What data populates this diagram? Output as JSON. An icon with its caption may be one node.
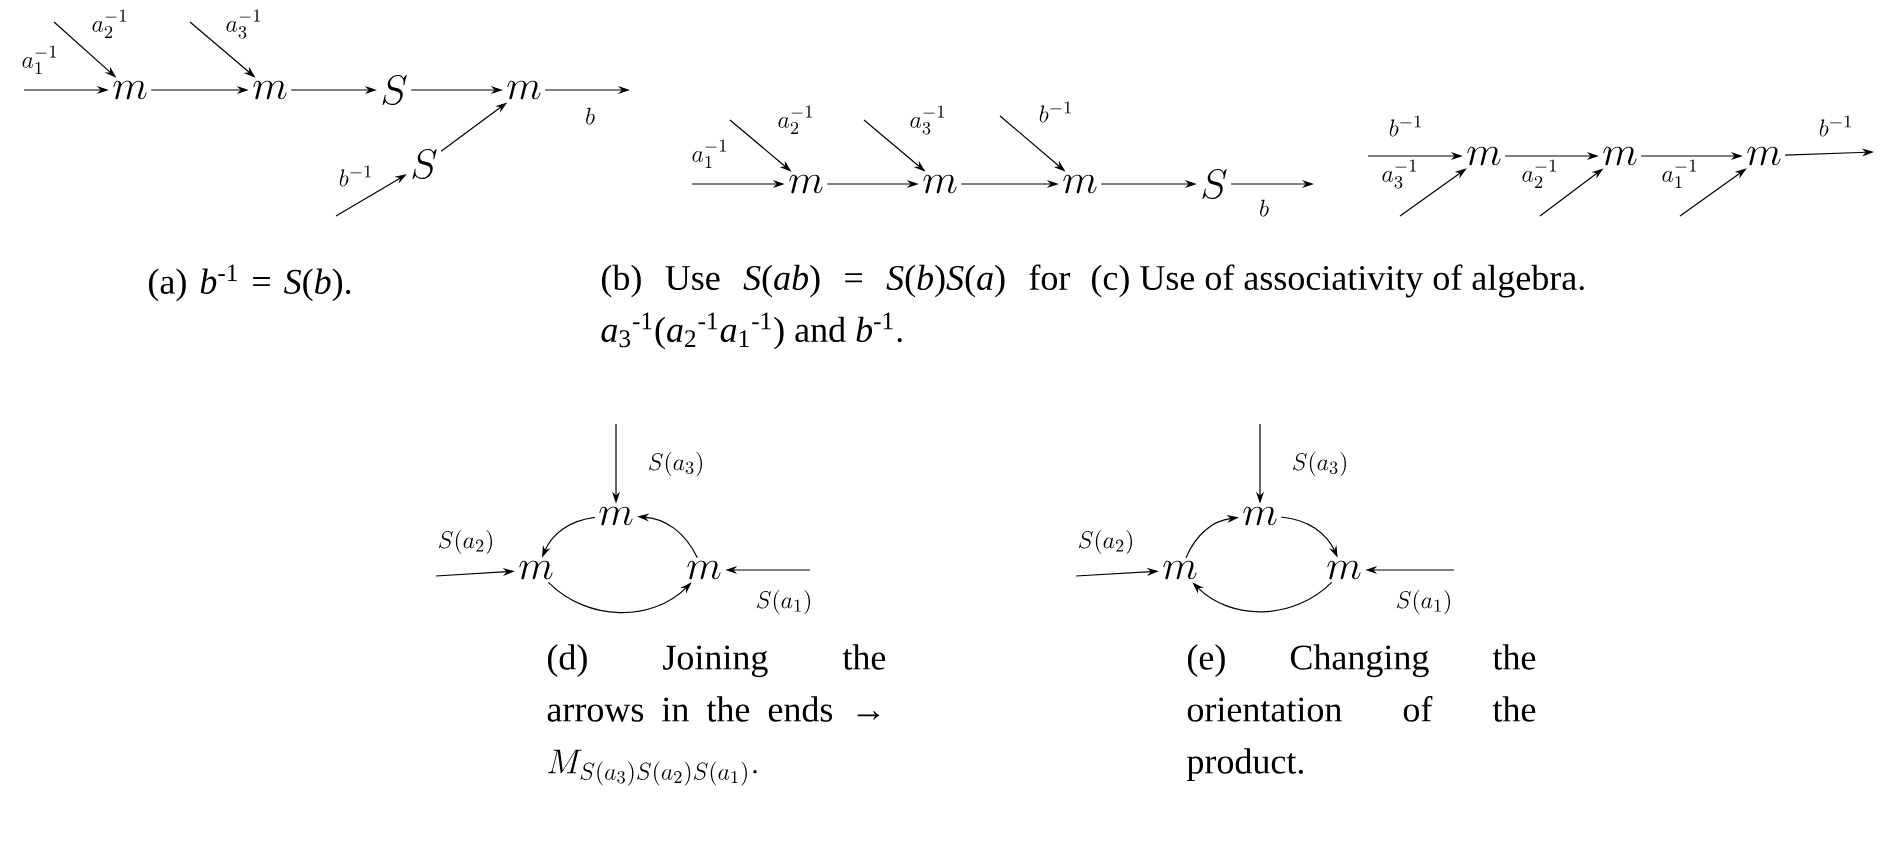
{
  "diagram": {
    "nodes": [
      {
        "text": [
          "m"
        ]
      },
      {
        "text": [
          "m"
        ]
      },
      {
        "text": [
          "S"
        ]
      },
      {
        "text": [
          "m"
        ]
      },
      {
        "text": [
          "S"
        ]
      },
      {
        "text": [
          "m"
        ]
      },
      {
        "text": [
          "m"
        ]
      },
      {
        "text": [
          "m"
        ]
      },
      {
        "text": [
          "S"
        ]
      },
      {
        "text": [
          "m"
        ]
      },
      {
        "text": [
          "m"
        ]
      },
      {
        "text": [
          "m"
        ]
      },
      {
        "text": [
          "m"
        ]
      },
      {
        "text": [
          "m"
        ]
      },
      {
        "text": [
          "m"
        ]
      },
      {
        "text": [
          "m"
        ]
      },
      {
        "text": [
          "m"
        ]
      },
      {
        "text": [
          "m"
        ]
      }
    ],
    "edges": [
      {
        "from": null,
        "to": 0,
        "arrow": "to",
        "label": "a_1^{-1}"
      },
      {
        "from": null,
        "to": 0,
        "arrow": "to",
        "label": "a_2^{-1}"
      },
      {
        "from": 0,
        "to": 1,
        "arrow": "to"
      },
      {
        "from": null,
        "to": 1,
        "arrow": "to",
        "label": "a_3^{-1}"
      },
      {
        "from": 1,
        "to": 2,
        "arrow": "to"
      },
      {
        "from": 2,
        "to": 3,
        "arrow": "to"
      },
      {
        "from": 4,
        "to": 3,
        "arrow": "to"
      },
      {
        "from": null,
        "to": 4,
        "arrow": "to",
        "label": "b^{-1}"
      },
      {
        "from": 3,
        "to": null,
        "arrow": "to",
        "label": "b"
      },
      {
        "from": null,
        "to": 5,
        "arrow": "to",
        "label": "a_1^{-1}"
      },
      {
        "from": null,
        "to": 5,
        "arrow": "to",
        "label": "a_2^{-1}"
      },
      {
        "from": 5,
        "to": 6,
        "arrow": "to"
      },
      {
        "from": null,
        "to": 6,
        "arrow": "to",
        "label": "a_3^{-1}"
      },
      {
        "from": 6,
        "to": 7,
        "arrow": "to"
      },
      {
        "from": null,
        "to": 7,
        "arrow": "to",
        "label": "b^{-1}"
      },
      {
        "from": 7,
        "to": 8,
        "arrow": "to"
      },
      {
        "from": 8,
        "to": null,
        "arrow": "to",
        "label": "b"
      },
      {
        "from": null,
        "to": 9,
        "arrow": "to",
        "label": "b^{-1}"
      },
      {
        "from": null,
        "to": 9,
        "arrow": "to",
        "label": "a_3^{-1}"
      },
      {
        "from": 9,
        "to": 10,
        "arrow": "to"
      },
      {
        "from": null,
        "to": 10,
        "arrow": "to",
        "label": "a_2^{-1}"
      },
      {
        "from": 10,
        "to": 11,
        "arrow": "to"
      },
      {
        "from": null,
        "to": 11,
        "arrow": "to",
        "label": "a_1^{-1}"
      },
      {
        "from": 11,
        "to": null,
        "arrow": "to",
        "label": "b^{-1}"
      },
      {
        "from": null,
        "to": 12,
        "arrow": "to",
        "label": "S(a_3)"
      },
      {
        "from": 12,
        "to": 13,
        "arrow": "to"
      },
      {
        "from": 14,
        "to": 12,
        "arrow": "to"
      },
      {
        "from": 13,
        "to": 14,
        "arrow": "to"
      },
      {
        "from": null,
        "to": 13,
        "arrow": "to",
        "label": "S(a_2)"
      },
      {
        "from": null,
        "to": 14,
        "arrow": "to",
        "label": "S(a_1)"
      },
      {
        "from": null,
        "to": 15,
        "arrow": "to",
        "label": "S(a_3)"
      },
      {
        "from": 16,
        "to": 15,
        "arrow": "to"
      },
      {
        "from": 15,
        "to": 17,
        "arrow": "to"
      },
      {
        "from": 17,
        "to": 16,
        "arrow": "to"
      },
      {
        "from": null,
        "to": 16,
        "arrow": "to",
        "label": "S(a_2)"
      },
      {
        "from": null,
        "to": 17,
        "arrow": "to",
        "label": "S(a_1)"
      }
    ],
    "labels": [
      "(a) *b*$^{-1}$ = *S*(*b*).",
      "(b) Use *S*(*ab*) = *S*(*b*)*S*(*a*) for *a*$_{3}$$^{-1}$(*a*$_{2}$$^{-1}$*a*$_{1}$$^{-1}$) and *b*$^{-1}$.",
      "(c) Use of associativity of algebra.",
      "(d) Joining the arrows in the ends →",
      "M_{S(a_3)S(a_2)S(a_1)}.",
      "(e) Changing the orientation of the product."
    ]
  }
}
